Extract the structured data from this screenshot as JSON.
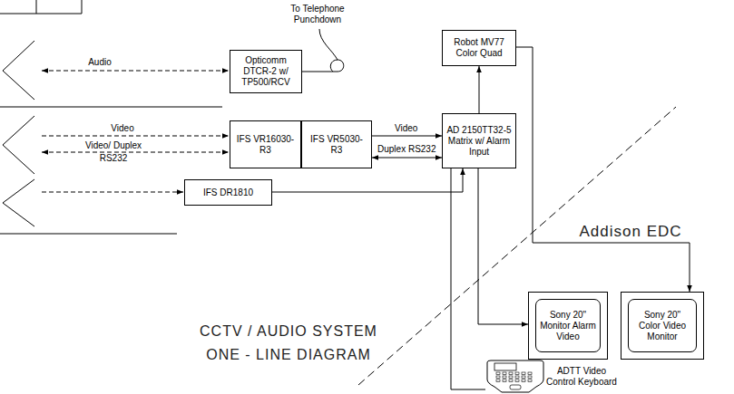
{
  "diagram": {
    "title": "CCTV / AUDIO SYSTEM ONE - LINE DIAGRAM",
    "nodes": [
      {
        "text": [
          "Opticomm DTCR-2 w/ TP500/RCV"
        ]
      },
      {
        "text": [
          "Robot MV77 Color Quad"
        ]
      },
      {
        "text": [
          "IFS VR16030-R3"
        ]
      },
      {
        "text": [
          "IFS VR5030-R3"
        ]
      },
      {
        "text": [
          "AD 2150TT32-5 Matrix w/ Alarm Input"
        ]
      },
      {
        "text": [
          "IFS DR1810"
        ]
      },
      {
        "text": [
          "Sony 20\" Monitor Alarm Video"
        ]
      },
      {
        "text": [
          "Sony 20\" Color Video Monitor"
        ]
      },
      {
        "text": [
          "ADTT Video Control Keyboard"
        ]
      }
    ],
    "edges": [
      {
        "from": 4,
        "to": 1,
        "arrow": "to"
      },
      {
        "from": 3,
        "to": 4,
        "label": "Video",
        "arrow": "to"
      },
      {
        "from": 3,
        "to": 4,
        "label": "Duplex RS232",
        "arrow": "both"
      },
      {
        "from": 5,
        "to": 4,
        "arrow": "to"
      },
      {
        "from": 4,
        "to": 6,
        "arrow": "to"
      },
      {
        "from": 1,
        "to": 7,
        "arrow": "to"
      },
      {
        "from": 4,
        "to": 8,
        "arrow": "none"
      }
    ],
    "labels": [
      "To Telephone Punchdown",
      "Audio",
      "Video",
      "Video/ Duplex RS232",
      "Addison EDC"
    ]
  }
}
